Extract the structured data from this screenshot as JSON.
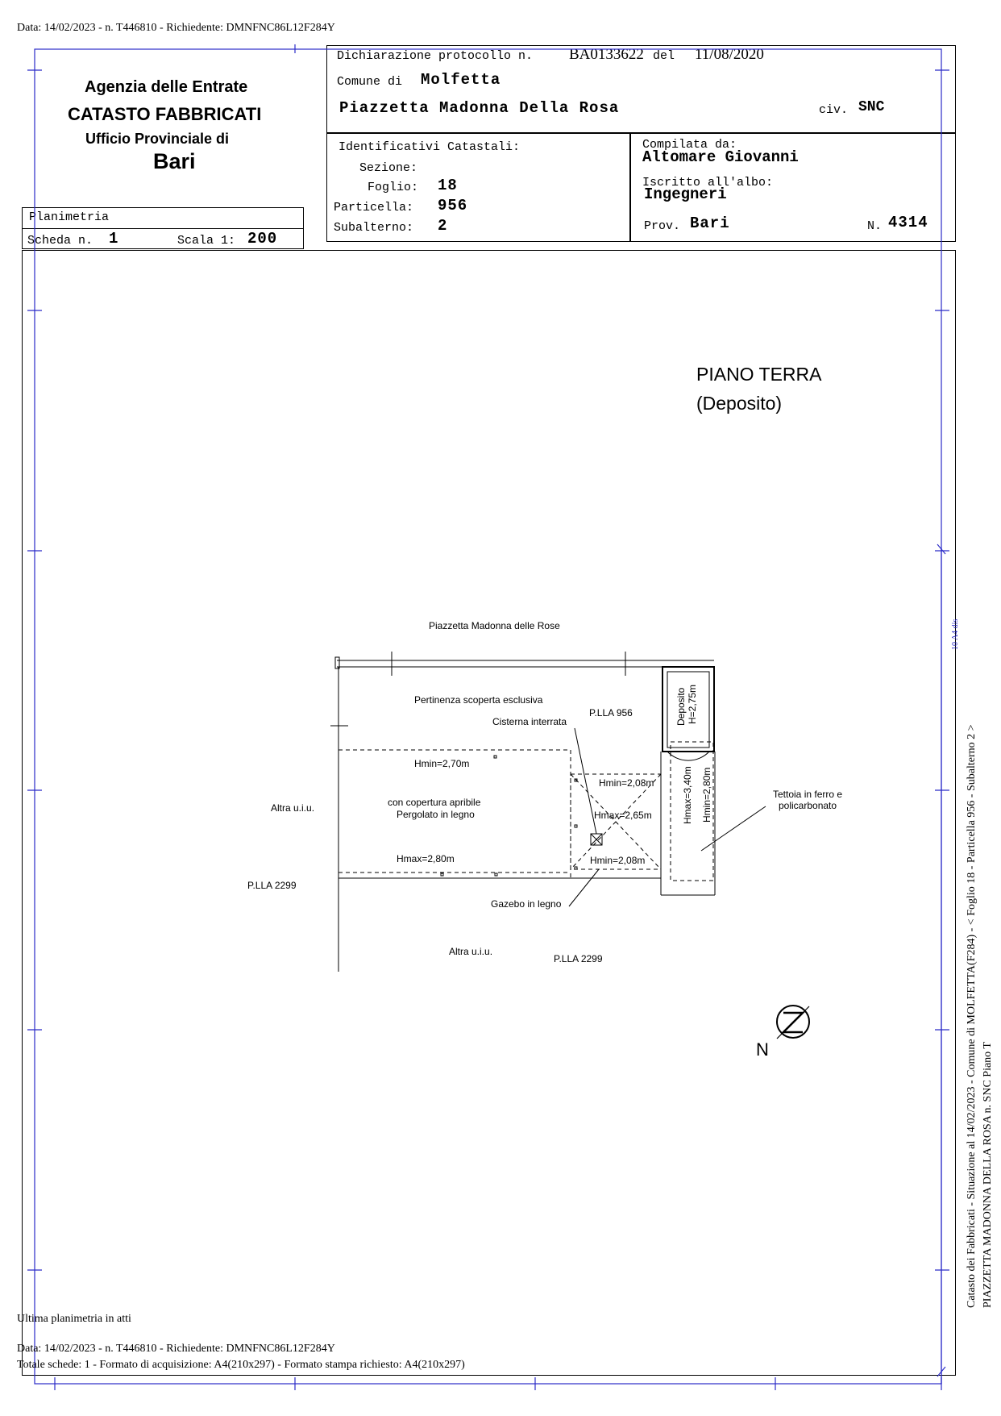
{
  "header": {
    "top_line": "Data: 14/02/2023 - n. T446810 - Richiedente: DMNFNC86L12F284Y"
  },
  "agency": {
    "name": "Agenzia delle Entrate",
    "dept": "CATASTO FABBRICATI",
    "office": "Ufficio Provinciale di",
    "city": "Bari"
  },
  "sheet": {
    "type": "Planimetria",
    "scheda_label": "Scheda n.",
    "scheda_value": "1",
    "scala_label": "Scala 1:",
    "scala_value": "200"
  },
  "declaration": {
    "protocol_label": "Dichiarazione protocollo n.",
    "protocol_value": "BA0133622",
    "date_label": "del",
    "date_value": "11/08/2020",
    "comune_label": "Comune di",
    "comune_value": "Molfetta",
    "address": "Piazzetta Madonna Della Rosa",
    "civ_label": "civ.",
    "civ_value": "SNC"
  },
  "identifiers": {
    "title": "Identificativi Catastali:",
    "sezione_label": "Sezione:",
    "sezione_value": "",
    "foglio_label": "Foglio:",
    "foglio_value": "18",
    "particella_label": "Particella:",
    "particella_value": "956",
    "subalterno_label": "Subalterno:",
    "subalterno_value": "2"
  },
  "compiler": {
    "compilata_label": "Compilata da:",
    "compilata_value": "Altomare Giovanni",
    "albo_label": "Iscritto all'albo:",
    "albo_value": "Ingegneri",
    "prov_label": "Prov.",
    "prov_value": "Bari",
    "n_label": "N.",
    "n_value": "4314"
  },
  "plan": {
    "floor_title": "PIANO TERRA",
    "floor_subtitle": "(Deposito)",
    "street": "Piazzetta Madonna delle Rose",
    "pertinenza": "Pertinenza scoperta esclusiva",
    "pll_956": "P.LLA 956",
    "deposito": "Deposito",
    "deposito_h": "H=2,75m",
    "cisterna": "Cisterna interrata",
    "hmin_270": "Hmin=2,70m",
    "hmin_208_a": "Hmin=2,08m",
    "hmax_340": "Hmax=3,40m",
    "hmin_280": "Hmin=2,80m",
    "tettoia_1": "Tettoia in ferro e",
    "tettoia_2": "policarbonato",
    "altra_uiu_left": "Altra u.i.u.",
    "copertura": "con copertura apribile",
    "pergolato": "Pergolato in legno",
    "hmax_265": "Hmax=2,65m",
    "hmax_280": "Hmax=2,80m",
    "hmin_208_b": "Hmin=2,08m",
    "pll_2299_left": "P.LLA 2299",
    "gazebo": "Gazebo in legno",
    "altra_uiu_bottom": "Altra u.i.u.",
    "pll_2299_bottom": "P.LLA 2299",
    "north": "N",
    "side_mark": "10 A4 dis"
  },
  "side_text": {
    "line1": "Catasto dei Fabbricati - Situazione al 14/02/2023 - Comune di MOLFETTA(F284) - < Foglio 18 - Particella 956 - Subalterno 2 >",
    "line2": "PIAZZETTA MADONNA DELLA ROSA n. SNC Piano T"
  },
  "footer": {
    "last_plan": "Ultima planimetria in atti",
    "data_line": "Data: 14/02/2023 - n. T446810 - Richiedente: DMNFNC86L12F284Y",
    "totals_line": "Totale schede: 1 - Formato di acquisizione: A4(210x297)  - Formato stampa richiesto: A4(210x297)"
  }
}
